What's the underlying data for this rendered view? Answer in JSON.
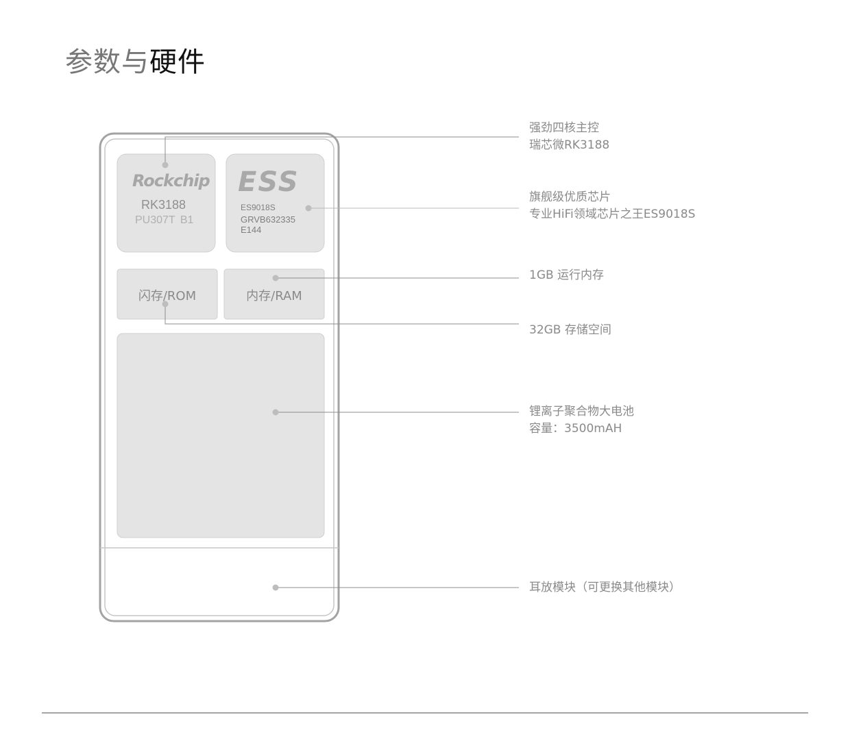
{
  "title": {
    "part1": "参数与",
    "part2": "硬件"
  },
  "chips": {
    "rockchip": {
      "logo": "Rockchip",
      "model": "RK3188",
      "batch": "PU307T  B1"
    },
    "ess": {
      "logo": "ESS",
      "line1": "ES9018S",
      "line2": "GRVB632335",
      "line3": "E144"
    },
    "rom_label": "闪存/ROM",
    "ram_label": "内存/RAM"
  },
  "annotations": [
    {
      "line1": "强劲四核主控",
      "line2": "瑞芯微RK3188"
    },
    {
      "line1": "旗舰级优质芯片",
      "line2": "专业HiFi领域芯片之王ES9018S"
    },
    {
      "line1": "1GB 运行内存"
    },
    {
      "line1": "32GB 存储空间"
    },
    {
      "line1": "锂离子聚合物大电池",
      "line2": "容量：3500mAH"
    },
    {
      "line1": "耳放模块（可更换其他模块）"
    }
  ],
  "colors": {
    "outline": "#a3a3a3",
    "chip_fill": "#e4e4e4",
    "leader": "#8c8c8c",
    "dot": "#bdbdbd",
    "text": "#8a8a8a"
  }
}
